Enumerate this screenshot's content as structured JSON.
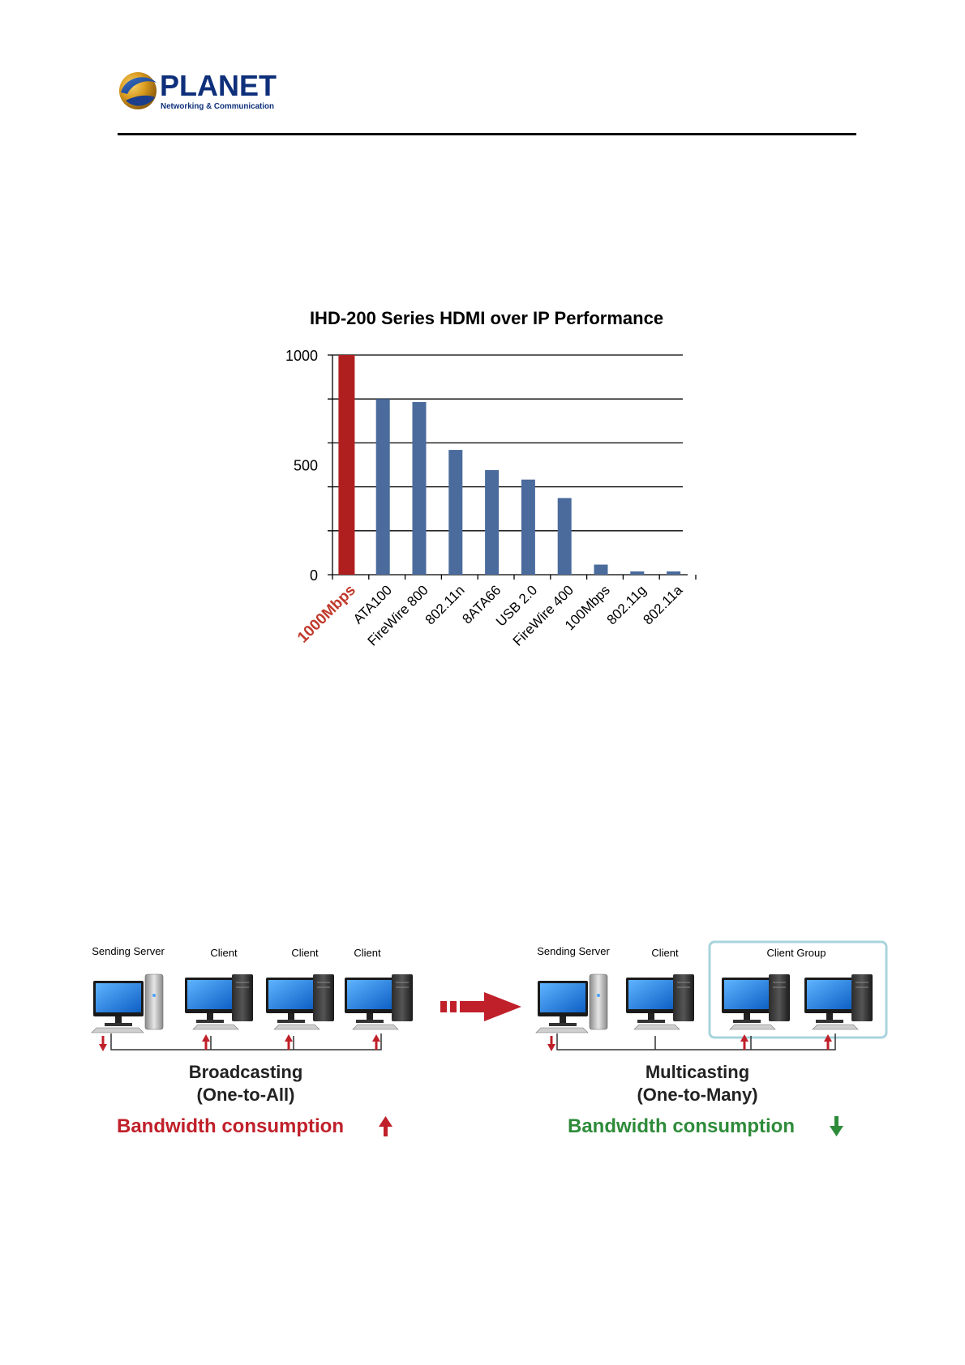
{
  "brand": {
    "name": "PLANET",
    "tagline": "Networking & Communication"
  },
  "chart_data": {
    "type": "bar",
    "title": "IHD-200 Series HDMI over IP Performance",
    "xlabel": "",
    "ylabel": "",
    "categories": [
      "1000Mbps",
      "ATA100",
      "FireWire 800",
      "802.11n",
      "8ATA66",
      "USB 2.0",
      "FireWire 400",
      "100Mbps",
      "802.11g",
      "802.11a"
    ],
    "values": [
      1000,
      800,
      786,
      568,
      476,
      433,
      349,
      46,
      15,
      15
    ],
    "highlight_index": 0,
    "ylim": [
      0,
      1000
    ],
    "yticks": [
      0,
      500,
      1000
    ],
    "gridlines": [
      200,
      400,
      600,
      800,
      1000
    ],
    "grid": true,
    "legend": "none",
    "colors": {
      "highlight": "#b01f1f",
      "default": "#4a6b9c",
      "highlight_label": "#c0392b"
    }
  },
  "diagram": {
    "broadcast": {
      "labels": [
        "Sending Server",
        "Client",
        "Client",
        "Client"
      ],
      "title": "Broadcasting",
      "subtitle": "(One-to-All)",
      "bandwidth": "Bandwidth consumption",
      "bandwidth_color": "#c0202a",
      "direction": "up"
    },
    "multicast": {
      "labels": [
        "Sending Server",
        "Client"
      ],
      "group_label": "Client Group",
      "title": "Multicasting",
      "subtitle": "(One-to-Many)",
      "bandwidth": "Bandwidth consumption",
      "bandwidth_color": "#2e8b3a",
      "direction": "down"
    },
    "colors": {
      "arrow": "#c0202a",
      "group_border": "#a8d4dc"
    }
  }
}
